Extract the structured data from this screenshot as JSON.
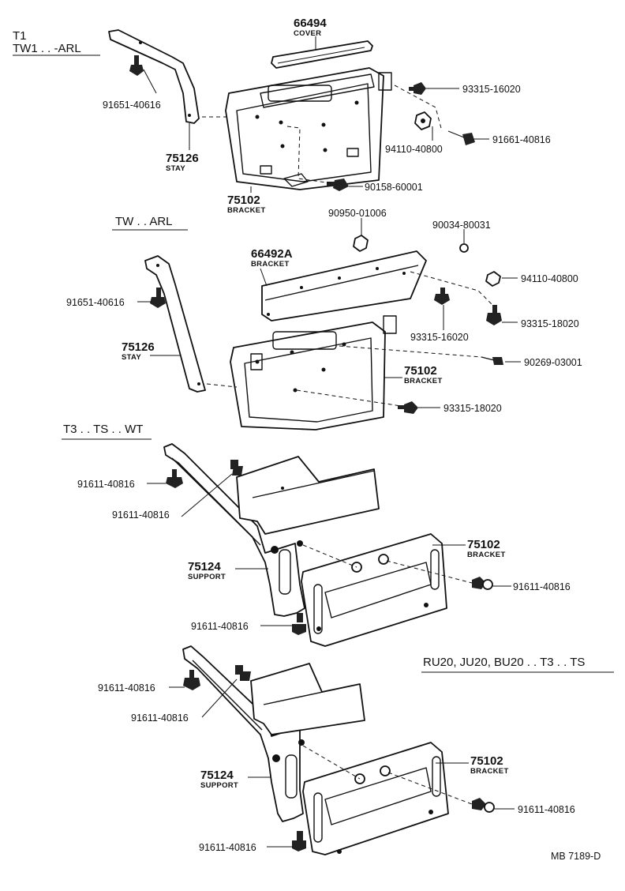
{
  "sections": [
    {
      "header_lines": [
        "T1",
        "TW1 . . -ARL"
      ],
      "labels": [
        {
          "part": "66494",
          "name": "COVER"
        },
        {
          "part": "93315-16020"
        },
        {
          "part": "91651-40616"
        },
        {
          "part": "94110-40800"
        },
        {
          "part": "91661-40816"
        },
        {
          "part": "75126",
          "name": "STAY"
        },
        {
          "part": "90158-60001"
        },
        {
          "part": "75102",
          "name": "BRACKET"
        }
      ]
    },
    {
      "header_lines": [
        "TW . . ARL"
      ],
      "labels": [
        {
          "part": "90950-01006"
        },
        {
          "part": "90034-80031"
        },
        {
          "part": "66492A",
          "name": "BRACKET"
        },
        {
          "part": "94110-40800"
        },
        {
          "part": "91651-40616"
        },
        {
          "part": "93315-18020"
        },
        {
          "part": "75126",
          "name": "STAY"
        },
        {
          "part": "93315-16020"
        },
        {
          "part": "90269-03001"
        },
        {
          "part": "75102",
          "name": "BRACKET"
        },
        {
          "part": "93315-18020"
        }
      ]
    },
    {
      "header_lines": [
        "T3 . . TS . . WT"
      ],
      "labels": [
        {
          "part": "91611-40816"
        },
        {
          "part": "91611-40816"
        },
        {
          "part": "75102",
          "name": "BRACKET"
        },
        {
          "part": "75124",
          "name": "SUPPORT"
        },
        {
          "part": "91611-40816"
        },
        {
          "part": "91611-40816"
        }
      ]
    },
    {
      "header_lines": [
        "RU20, JU20, BU20 . . T3 . . TS"
      ],
      "labels": [
        {
          "part": "91611-40816"
        },
        {
          "part": "91611-40816"
        },
        {
          "part": "75102",
          "name": "BRACKET"
        },
        {
          "part": "75124",
          "name": "SUPPORT"
        },
        {
          "part": "91611-40816"
        },
        {
          "part": "91611-40816"
        }
      ]
    }
  ],
  "footer_code": "MB 7189-D"
}
